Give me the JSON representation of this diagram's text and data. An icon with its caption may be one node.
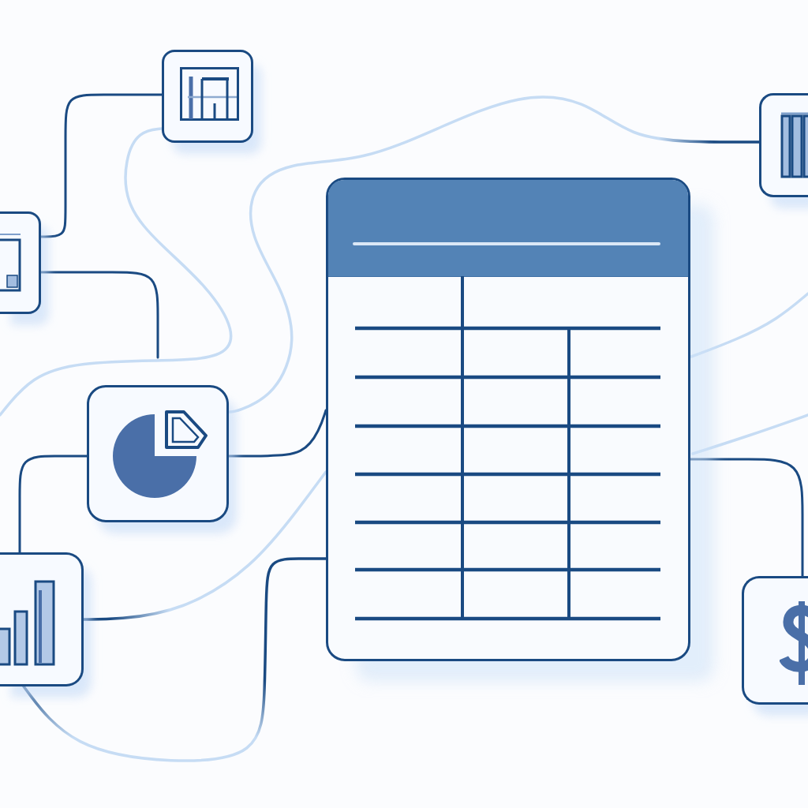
{
  "diagram": {
    "nodes": [
      {
        "text": [],
        "shape": "box"
      },
      {
        "text": [],
        "shape": "box"
      },
      {
        "text": [],
        "shape": "box"
      },
      {
        "text": [],
        "shape": "box"
      },
      {
        "text": [],
        "shape": "box"
      },
      {
        "text": [],
        "shape": "box"
      },
      {
        "text": [],
        "shape": "box"
      }
    ],
    "edges": [
      {
        "from": 0,
        "to": 1,
        "arrow": "none"
      },
      {
        "from": 1,
        "to": null,
        "arrow": "none"
      },
      {
        "from": 0,
        "to": null,
        "arrow": "none",
        "color": "#c6dcf4"
      },
      {
        "from": 5,
        "to": 2,
        "arrow": "none",
        "color": "#c6dcf4"
      },
      {
        "from": 2,
        "to": 3,
        "arrow": "none"
      },
      {
        "from": 2,
        "to": 4,
        "arrow": "none"
      },
      {
        "from": 3,
        "to": 4,
        "arrow": "none",
        "color": "#c6dcf4"
      },
      {
        "from": 4,
        "to": 3,
        "arrow": "none",
        "color": "#c6dcf4"
      },
      {
        "from": 4,
        "to": 6,
        "arrow": "none"
      }
    ]
  }
}
